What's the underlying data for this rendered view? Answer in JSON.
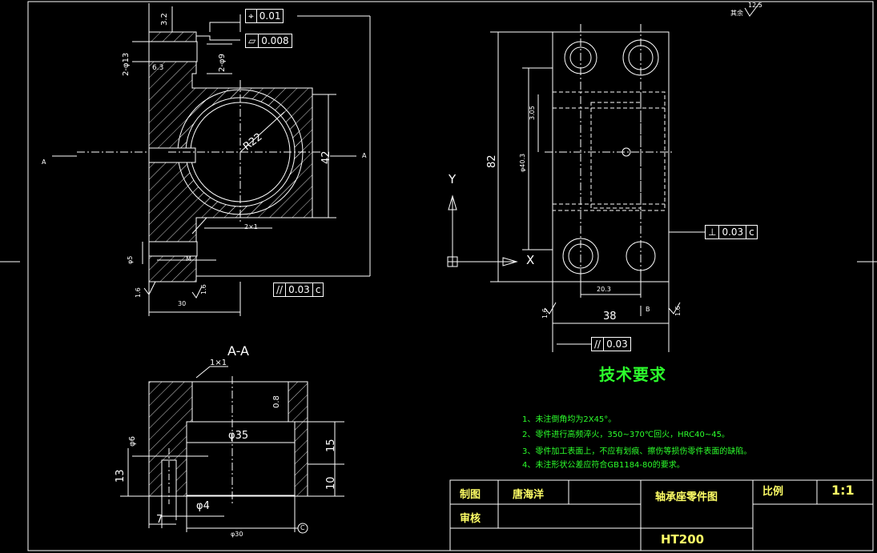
{
  "section_label": "A-A",
  "cut_marker": "A",
  "axis": {
    "y": "Y",
    "x": "X"
  },
  "front_view": {
    "radius": "R22",
    "height_dim": "42",
    "chamfer": "2×1",
    "tol_position": {
      "symbol": "⌖",
      "value": "0.01"
    },
    "tol_flatness": {
      "symbol": "▱",
      "value": "0.008"
    },
    "tol_parallel": {
      "symbol": "//",
      "value": "0.03",
      "datum": "c"
    },
    "dim_phi13": "2-φ13",
    "dim_phi9": "2-φ9",
    "dim_32": "3.2",
    "dim_63": "6.3",
    "dim_bottom": "30",
    "dim_16a": "1.6",
    "dim_16b": "1.6",
    "dim_thread": "M",
    "dim_left_small": "φ5"
  },
  "side_view": {
    "height_dim": "82",
    "inner_dim": "φ40.3",
    "inner_dim2": "3.05",
    "width_dim": "38",
    "sub_dim": "20.3",
    "datum_b": "B",
    "tol_perp": {
      "symbol": "⊥",
      "value": "0.03",
      "datum": "c"
    },
    "tol_parallel": {
      "symbol": "//",
      "value": "0.03"
    },
    "dim_16a": "1.6",
    "dim_16b": "1.6"
  },
  "section_view": {
    "chamfer": "1×1",
    "bore": "φ35",
    "dim_15": "15",
    "dim_10": "10",
    "dim_13": "13",
    "dim_6": "φ6",
    "dim_7": "7",
    "dim_4": "φ4",
    "dim_30": "φ30",
    "dim_08": "0.8",
    "datum_c": "C"
  },
  "roughness_note": "其余",
  "roughness_value": "12.5",
  "tech_requirements": {
    "title": "技术要求",
    "items": [
      "1、未注倒角均为2X45°。",
      "2、零件进行高频淬火，350~370℃回火，HRC40~45。",
      "3、零件加工表面上，不应有划痕、擦伤等损伤零件表面的缺陷。",
      "4、未注形状公差应符合GB1184-80的要求。"
    ]
  },
  "title_block": {
    "drawn_label": "制图",
    "drawn_name": "唐海洋",
    "review_label": "审核",
    "part_name": "轴承座零件图",
    "scale_label": "比例",
    "scale_value": "1:1",
    "material": "HT200"
  },
  "colors": {
    "background": "#000000",
    "lines": "#ffffff",
    "text_green": "#2cff2c",
    "text_yellow": "#ffff66"
  }
}
